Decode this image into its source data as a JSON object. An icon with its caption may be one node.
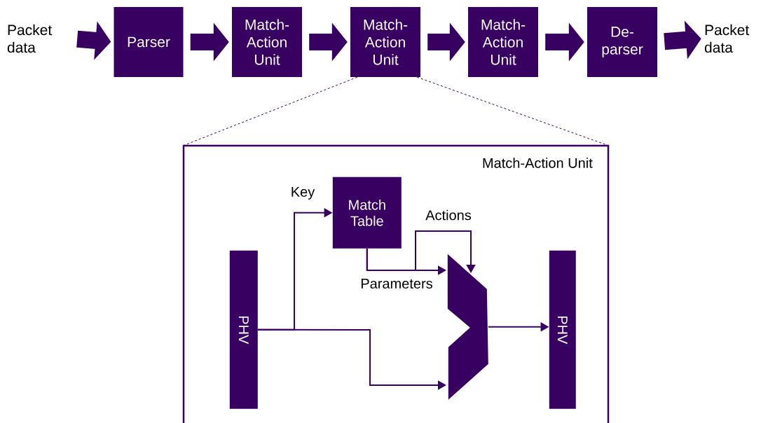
{
  "diagram": {
    "nodes": [
      {
        "text": [
          "Packet data"
        ]
      },
      {
        "text": [
          "Parser"
        ]
      },
      {
        "text": [
          "Match-Action Unit"
        ]
      },
      {
        "text": [
          "Match-Action Unit"
        ]
      },
      {
        "text": [
          "Match-Action Unit"
        ]
      },
      {
        "text": [
          "De-parser"
        ]
      },
      {
        "text": [
          "Packet data"
        ]
      },
      {
        "text": [
          "Match-Action Unit"
        ]
      },
      {
        "text": [
          "PHV"
        ],
        "in": 7
      },
      {
        "text": [
          "Match Table"
        ],
        "in": 7
      },
      {
        "text": [],
        "shape": "trapezoid",
        "in": 7
      },
      {
        "text": [
          "PHV"
        ],
        "in": 7
      }
    ],
    "edges": [
      {
        "from": 0,
        "to": 1,
        "arrow": "to",
        "style": "thick"
      },
      {
        "from": 1,
        "to": 2,
        "arrow": "to",
        "style": "thick"
      },
      {
        "from": 2,
        "to": 3,
        "arrow": "to",
        "style": "thick"
      },
      {
        "from": 3,
        "to": 4,
        "arrow": "to",
        "style": "thick"
      },
      {
        "from": 4,
        "to": 5,
        "arrow": "to",
        "style": "thick"
      },
      {
        "from": 5,
        "to": 6,
        "arrow": "to",
        "style": "thick"
      },
      {
        "from": 3,
        "to": 7,
        "arrow": "none",
        "style": "dashed"
      },
      {
        "from": 3,
        "to": 7,
        "arrow": "none",
        "style": "dashed"
      },
      {
        "from": 8,
        "to": 9,
        "arrow": "to",
        "label": "Key"
      },
      {
        "from": 9,
        "to": 10,
        "arrow": "to",
        "label": "Parameters"
      },
      {
        "from": 9,
        "to": 10,
        "arrow": "to",
        "label": "Actions"
      },
      {
        "from": 8,
        "to": 10,
        "arrow": "to"
      },
      {
        "from": 10,
        "to": 11,
        "arrow": "to"
      }
    ]
  }
}
